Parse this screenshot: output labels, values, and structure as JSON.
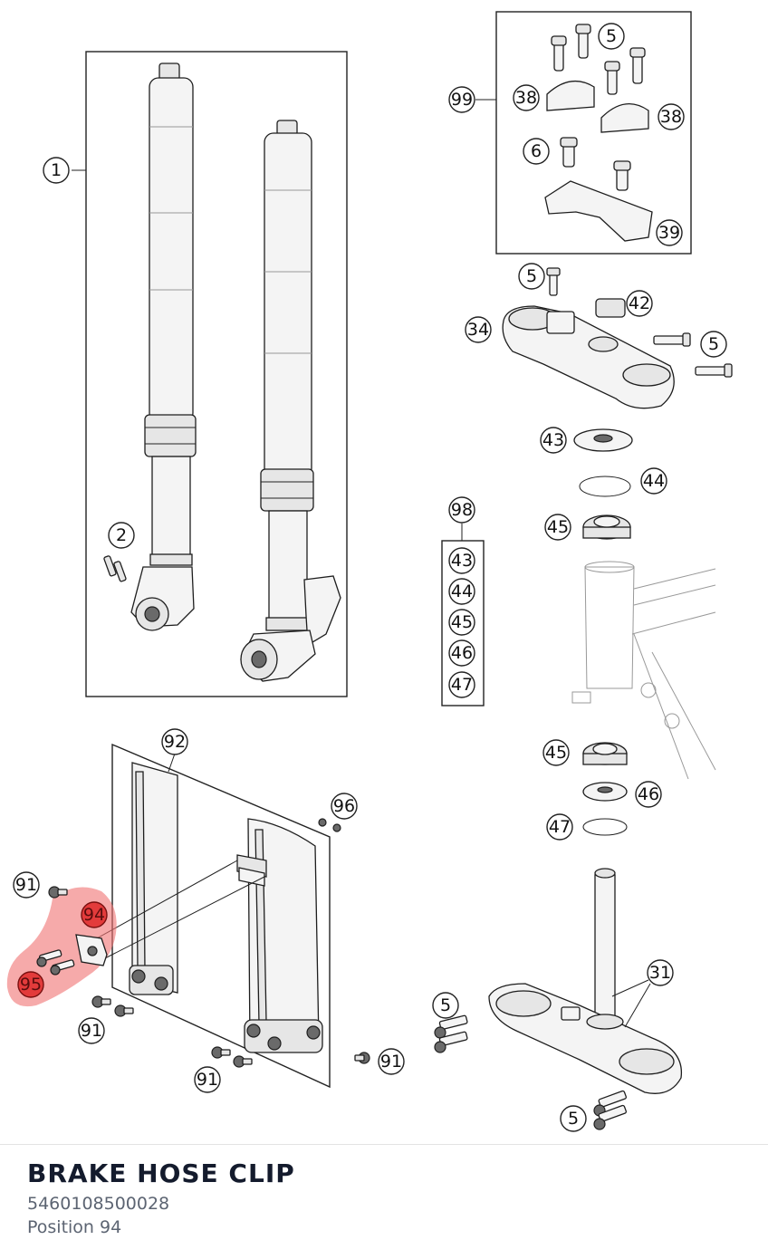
{
  "diagram": {
    "callouts": {
      "c1": "1",
      "c2": "2",
      "c99": "99",
      "c5a": "5",
      "c38a": "38",
      "c38b": "38",
      "c6": "6",
      "c39": "39",
      "c5b": "5",
      "c42": "42",
      "c34": "34",
      "c5c": "5",
      "c43a": "43",
      "c44a": "44",
      "c45a": "45",
      "c98": "98",
      "k43": "43",
      "k44": "44",
      "k45": "45",
      "k46": "46",
      "k47": "47",
      "c45b": "45",
      "c46": "46",
      "c47": "47",
      "c92": "92",
      "c96": "96",
      "c91a": "91",
      "c94": "94",
      "c95": "95",
      "c91b": "91",
      "c91c": "91",
      "c91d": "91",
      "c5d": "5",
      "c31": "31",
      "c5e": "5"
    },
    "highlight_color": "#e33b3b"
  },
  "part": {
    "title": "BRAKE HOSE CLIP",
    "number": "5460108500028",
    "position": "Position 94"
  }
}
